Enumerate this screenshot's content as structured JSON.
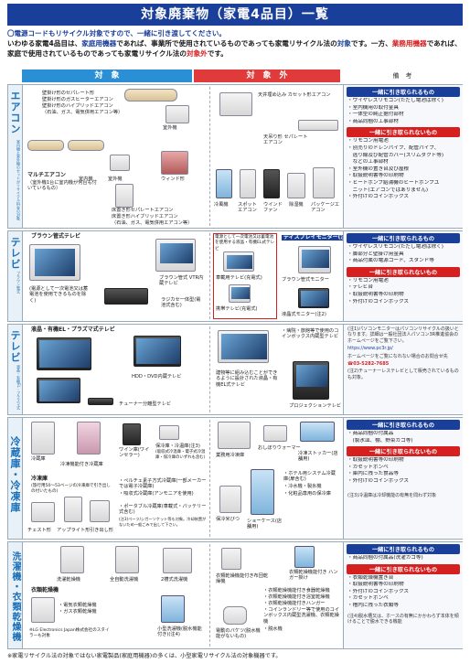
{
  "header": {
    "title": "対象廃棄物（家電4品目）一覧",
    "note1": "〇電源コードもリサイクル対象ですので、一緒に引き渡してください。",
    "intro_a": "いわゆる家電4品目は、",
    "intro_blue1": "家庭用機器",
    "intro_b": "であれば、事業所で使用されているものであっても家電リサイクル法の",
    "intro_blue2": "対象",
    "intro_c": "です。一方、",
    "intro_red1": "業務用機器",
    "intro_d": "であれば、家庭で使用されているものであっても家電リサイクル法の",
    "intro_red2": "対象外",
    "intro_e": "です。"
  },
  "columns": {
    "taisho": "対　象",
    "gai": "対　象　外",
    "biko": "備　考"
  },
  "sections": {
    "aircon": {
      "label": "エアコン",
      "sub": "室内機と室外機のセットがリサイクル料金の対象",
      "labels": {
        "wall": "壁掛け形のセパレート形",
        "wall_gas": "壁掛け形のガスヒーターエアコン",
        "wall_hybrid": "壁掛け形のハイブリッドエアコン",
        "wall_hybrid_note": "（石油、ガス、電気併用エアコン等）",
        "outdoor": "室外機",
        "multi": "マルチエアコン",
        "multi_note": "（室外機1台に室内機が何台も付いているもの）",
        "indoor": "室内機",
        "outdoor2": "室外機",
        "window": "ウィンド形",
        "floor": "床置き形セパレートエアコン",
        "floor_hybrid": "床置き形ハイブリッドエアコン",
        "floor_hybrid_note": "（石油、ガス、電気併用エアコン等）",
        "ceiling": "天井埋め込み カセット形エアコン",
        "ceiling_hang": "天吊り形 セパレートエアコン",
        "cold": "冷風機",
        "spot": "スポットエアコン",
        "fan": "ウインドファン",
        "dehumid": "除湿機",
        "package": "パッケージエアコン"
      },
      "biko": {
        "together": "一緒に引き取られるもの",
        "together_items": [
          "・ワイヤレスリモコン(ただし電池は除く)",
          "・室内機用の取付金具",
          "・一体型の純正据付部材",
          "・商品同梱の工事部材"
        ],
        "not": "一緒に引き取られないもの",
        "not_items": [
          "・リモコン用電池",
          "・別売りのドレンパイプ、配管パイプ、",
          "　逃り線及び配管カバー(スリムダクト等)",
          "　などの工事部材",
          "・室外機の置き台及び屋根",
          "・取扱説明書等の印刷物",
          "・ヒートポンプ給湯機のヒートポンプユ",
          "　ニット(エアコンではありません)",
          "・外付けのコインボックス"
        ]
      }
    },
    "tv_crt": {
      "label": "テレビ",
      "sub": "ブラウン管式",
      "labels": {
        "crt": "ブラウン管式テレビ",
        "crt_note": "(電源として一次電池又は蓄電池を使用できるものを除く)",
        "vtr": "ブラウン管式 VTR内蔵テレビ",
        "radio": "ラジカセ一体型(電池式含む)",
        "out_head": "電源として一次電池又は蓄電池を使用する液晶・有機EL式テレビ",
        "car": "車載用テレビ(充電式)",
        "portable": "携帯テレビ(充電式)",
        "display_mon": "ディスプレイモニター(注1)",
        "crt_mon": "ブラウン管式モニター",
        "lcd_mon": "液晶式モニター(注2)"
      },
      "biko": {
        "together": "一緒に引き取られるもの",
        "together_items": [
          "・ワイヤレスリモコン(ただし電池は除く)",
          "・脚部分と壁掛け用金具",
          "・商品付属の電源コード、スタンド等"
        ],
        "not": "一緒に引き取られないもの",
        "not_items": [
          "・リモコン用電池",
          "・テレビ台",
          "・取扱説明書等の印刷物",
          "・外付けのコインボックス"
        ]
      }
    },
    "tv_lcd": {
      "label": "テレビ",
      "sub": "液晶・有機EL・プラズマ式",
      "labels": {
        "lcd": "液晶・有機EL・プラズマ式テレビ",
        "hdd": "HDD・DVD内蔵テレビ",
        "tuner": "チューナー分離型テレビ",
        "hotel": "・病院・旅館等で使用のコインボックス内蔵型テレビ",
        "built": "建物等に組み込むことができるように設計された液晶・有機EL式テレビ",
        "projection": "プロジェクションテレビ"
      },
      "biko": {
        "note1": "(注1)パソコンモニターはパソコンリサイクルの扱いとなります。詳細は一般社団法人パソコン3R推進協会のホームページをご覧下さい。",
        "url": "https://www.pc3r.jp/",
        "url_note": "ホームページをご覧になれない場合のお問合せ先",
        "tel": "☎03-5282-7685",
        "note2": "(注2)チューナーレステレビとして販売されているものも対象。"
      }
    },
    "fridge": {
      "label": "冷蔵庫・冷凍庫",
      "labels": {
        "fridge": "冷蔵庫",
        "fridge2": "冷凍機能付き冷蔵庫",
        "wine": "ワイン庫(ワインセラー)",
        "hotcold": "保冷庫・冷温庫(注3)",
        "hotcold_note": "(吸収式冷温庫・電子式冷温庫・保冷庫のいずれも含む)",
        "freezer": "冷凍庫",
        "freezer_note": "(旅行用50〜53ベージの冷凍庫で引き出しの付いたもの)",
        "chest": "チェスト形",
        "upright": "アップライト形",
        "drawer": "引き出し形",
        "peltier": "・ペルチェ素子方式冷蔵庫(一部メーカーでは電子冷蔵庫)",
        "absorb": "・吸収式冷蔵庫(アンモニアを使用)",
        "portable": "・ポータブル冷蔵庫(車載式・バッテリー式含む)",
        "note3": "(注3)ペーツ/シガーソケット等も対象。冷却装置がないため一般ごみで出して下さい。",
        "business": "業務用冷凍庫",
        "oshibori": "おしぼりウォーマー",
        "stocker": "冷凍ストッカー(店舗用)",
        "hotel": "・ホテル用システム冷蔵庫(扉含む)",
        "water": "・冷水機・製氷機",
        "cosme": "・化粧品専用の保冷庫",
        "case": "ショーケース(店舗用)",
        "cold_box": "保冷米びつ"
      },
      "biko": {
        "together": "一緒に引き取られるもの",
        "together_items": [
          "・商品同梱の付属品",
          "　(製氷皿、棚、野菜カゴ等)"
        ],
        "not": "一緒に引き取られないもの",
        "not_items": [
          "・取扱説明書等の印刷物",
          "・カセットボンベ",
          "・庫内に残った食品等",
          "・外付けのコインボックス"
        ],
        "note": "(注3)冷温庫は冷却機能の有無を問わず対象"
      }
    },
    "washer": {
      "label": "洗濯機・衣類乾燥機",
      "labels": {
        "dryer_wash": "洗濯乾燥機",
        "auto": "全自動洗濯機",
        "twin": "2槽式洗濯機",
        "dryer": "衣類乾燥機",
        "electric": "・電気衣類乾燥機",
        "gas": "・ガス衣類乾燥機",
        "lg": "※LG Electronics Japan株式会社のスタイラーも対象",
        "small": "小型洗濯機(脱水機能付き)(注4)",
        "out_dryer": "衣類乾燥機能付き布団乾燥機",
        "out_hanger": "衣類乾燥機能付き ハンガー掛け",
        "out_list": [
          "・衣類乾燥機能付き食器乾燥機",
          "・衣類乾燥機能付き浴室乾燥機",
          "・衣類乾燥機能付きハンガー",
          "・コインランドリー等で使用のコインボックス内蔵型洗濯機、衣類乾燥機",
          "・脱水機"
        ],
        "bucket": "電動のバケツ(脱水機能がないもの)"
      },
      "biko": {
        "together": "一緒に引き取られるもの",
        "together_items": [
          "・商品同梱の付属品(洗濯カゴ等)"
        ],
        "not": "一緒に引き取られないもの",
        "not_items": [
          "・衣類乾燥機置き台",
          "・取扱説明書等の印刷物",
          "・外付けのコインボックス",
          "・カセットボンベ",
          "・槽内に残った衣類等"
        ],
        "note": "(注4)脱水槽又は、ホースの有無にかかわらず本体を傾けることで脱水できる機能"
      }
    }
  },
  "footer": "※家電リサイクル法の対象ではない家電製品(家庭用機器)の多くは、小型家電リサイクル法の対象機器です。"
}
